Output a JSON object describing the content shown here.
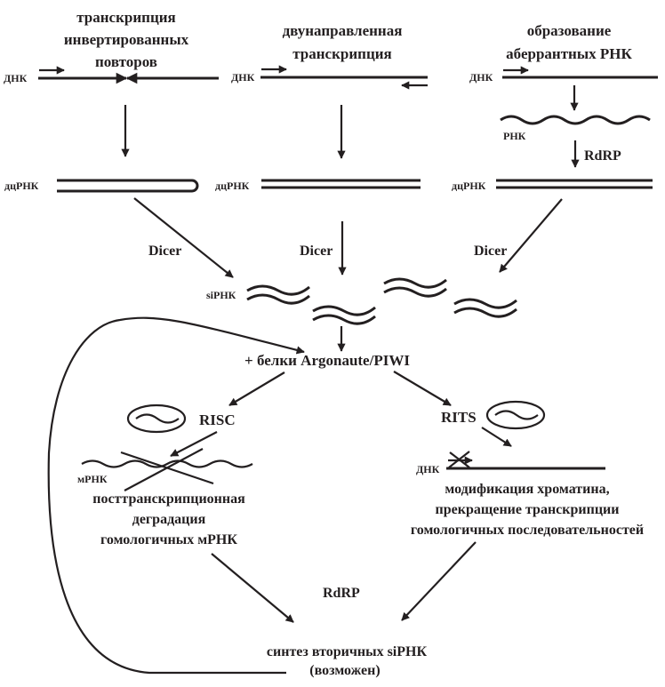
{
  "colors": {
    "ink": "#231f20",
    "background": "#ffffff"
  },
  "pathways": {
    "inverted_repeats": {
      "title": [
        "транскрипция",
        "инвертированных",
        "повторов"
      ],
      "dna_label": "ДНК",
      "dsrna_label": "дцРНК"
    },
    "bidirectional": {
      "title": [
        "двунаправленная",
        "транскрипция"
      ],
      "dna_label": "ДНК",
      "dsrna_label": "дцРНК"
    },
    "aberrant": {
      "title": [
        "образование",
        "аберрантных РНК"
      ],
      "dna_label": "ДНК",
      "rna_label": "РНК",
      "rdrp_label": "RdRP",
      "dsrna_label": "дцРНК"
    }
  },
  "dicer_label": "Dicer",
  "sirna_label": "siРНК",
  "argonaute_label": "+ белки Argonaute/PIWI",
  "risc": {
    "label": "RISC",
    "mrna_label": "мРНК",
    "outcome": [
      "посттранскрипционная",
      "деградация",
      "гомологичных мРНК"
    ]
  },
  "rits": {
    "label": "RITS",
    "dna_label": "ДНК",
    "outcome": [
      "модификация хроматина,",
      "прекращение транскрипции",
      "гомологичных последовательностей"
    ]
  },
  "secondary": {
    "rdrp_label": "RdRP",
    "text": [
      "синтез вторичных siРНК",
      "(возможен)"
    ]
  }
}
